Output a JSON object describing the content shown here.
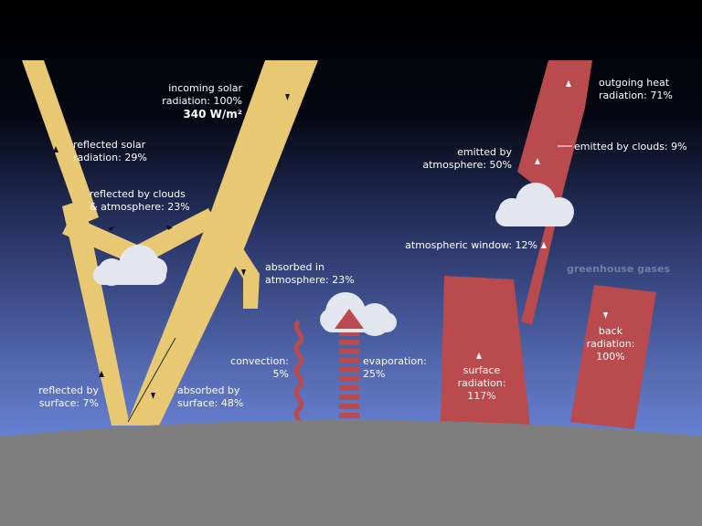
{
  "colors": {
    "sky_top": "#000000",
    "sky_mid": "#2a3668",
    "sky_bottom": "#7f9fff",
    "ground": "#7e7e7e",
    "solar": "#e8c872",
    "heat": "#b94a4e",
    "cloud": "#e4e6ef"
  },
  "labels": {
    "incoming": [
      "incoming solar",
      "radiation: 100%"
    ],
    "incoming_value": "340 W/m²",
    "reflected_solar": [
      "reflected solar",
      "radiation: 29%"
    ],
    "reflected_clouds": [
      "reflected by clouds",
      "& atmosphere: 23%"
    ],
    "absorbed_atm": [
      "absorbed in",
      "atmosphere: 23%"
    ],
    "reflected_surface": [
      "reflected by",
      "surface: 7%"
    ],
    "absorbed_surface": [
      "absorbed by",
      "surface: 48%"
    ],
    "convection": [
      "convection:",
      "5%"
    ],
    "evaporation": [
      "evaporation:",
      "25%"
    ],
    "outgoing": [
      "outgoing heat",
      "radiation: 71%"
    ],
    "emitted_clouds": "emitted by clouds: 9%",
    "emitted_atm": [
      "emitted by",
      "atmosphere: 50%"
    ],
    "atm_window": "atmospheric window: 12%",
    "greenhouse": "greenhouse gases",
    "surface_rad": [
      "surface",
      "radiation:",
      "117%"
    ],
    "back_rad": [
      "back",
      "radiation:",
      "100%"
    ]
  },
  "icons": [
    "arrowhead-icon",
    "cloud-icon"
  ]
}
